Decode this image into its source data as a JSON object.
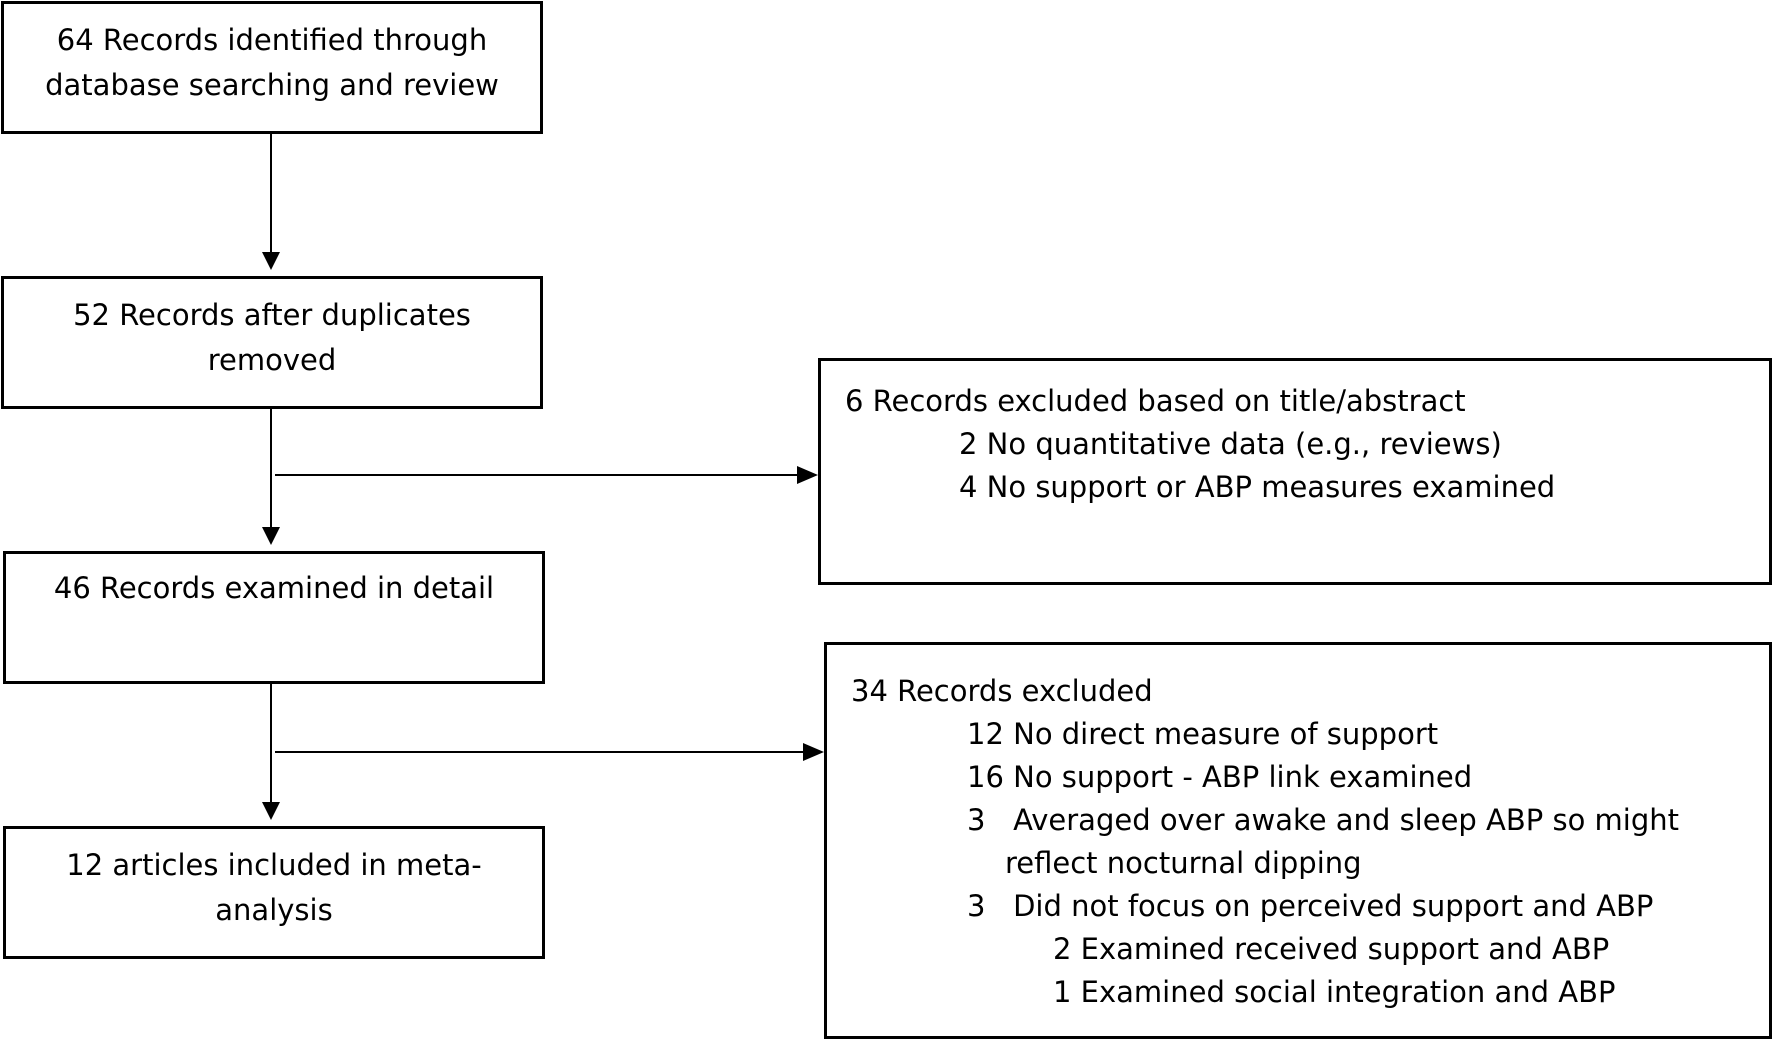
{
  "flow": {
    "box1": {
      "lines": [
        "64 Records identified through",
        "database searching and review"
      ]
    },
    "box2": {
      "lines": [
        "52 Records after duplicates",
        "removed"
      ]
    },
    "box3": {
      "lines": [
        "46 Records examined in detail"
      ]
    },
    "box4": {
      "lines": [
        "12 articles included in meta-",
        "analysis"
      ]
    }
  },
  "exclusions": {
    "first": {
      "heading": "6 Records excluded based on title/abstract",
      "items": [
        "2 No quantitative data (e.g., reviews)",
        "4 No support or ABP measures examined"
      ]
    },
    "second": {
      "heading": "34 Records excluded",
      "items": [
        "12 No direct measure of support",
        "16 No support - ABP link examined",
        "3   Averaged over awake and sleep ABP so might",
        "reflect nocturnal dipping",
        "3   Did not focus on perceived support and ABP",
        "2 Examined received support and ABP",
        "1 Examined social integration and ABP"
      ]
    }
  }
}
